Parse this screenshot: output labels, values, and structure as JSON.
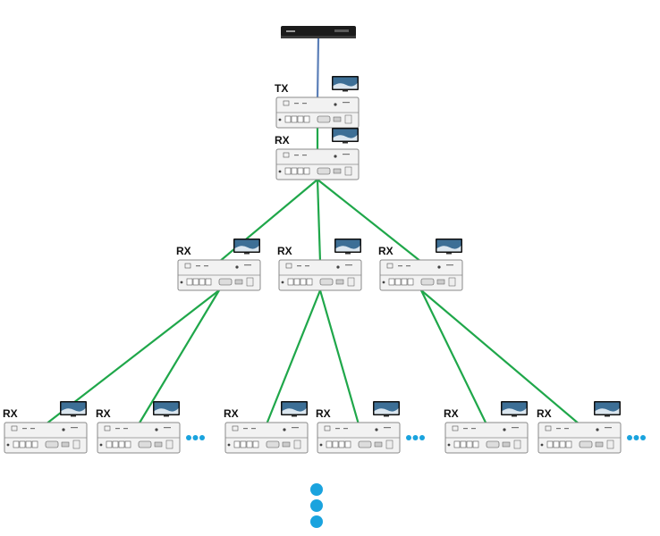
{
  "diagram": {
    "colors": {
      "source_link": "#5b7fb8",
      "link": "#1fa74a",
      "more_dots": "#1aa3de",
      "device_body": "#f2f2f2",
      "device_border": "#8a8a8a",
      "source_body": "#1b1b1b",
      "screen_sky": "#3d6f96",
      "screen_wave": "#dbe6ef"
    },
    "nodes": [
      {
        "id": "source",
        "kind": "player",
        "label": ""
      },
      {
        "id": "tx",
        "kind": "transmitter",
        "label": "TX"
      },
      {
        "id": "rx1",
        "kind": "receiver",
        "label": "RX"
      },
      {
        "id": "rx2a",
        "kind": "receiver",
        "label": "RX"
      },
      {
        "id": "rx2b",
        "kind": "receiver",
        "label": "RX"
      },
      {
        "id": "rx2c",
        "kind": "receiver",
        "label": "RX"
      },
      {
        "id": "rx3a",
        "kind": "receiver",
        "label": "RX"
      },
      {
        "id": "rx3b",
        "kind": "receiver",
        "label": "RX"
      },
      {
        "id": "rx3c",
        "kind": "receiver",
        "label": "RX"
      },
      {
        "id": "rx3d",
        "kind": "receiver",
        "label": "RX"
      },
      {
        "id": "rx3e",
        "kind": "receiver",
        "label": "RX"
      },
      {
        "id": "rx3f",
        "kind": "receiver",
        "label": "RX"
      }
    ],
    "links": [
      {
        "from": "source",
        "to": "tx",
        "type": "source"
      },
      {
        "from": "tx",
        "to": "rx1",
        "type": "cat"
      },
      {
        "from": "rx1",
        "to": "rx2a",
        "type": "cat"
      },
      {
        "from": "rx1",
        "to": "rx2b",
        "type": "cat"
      },
      {
        "from": "rx1",
        "to": "rx2c",
        "type": "cat"
      },
      {
        "from": "rx2a",
        "to": "rx3a",
        "type": "cat"
      },
      {
        "from": "rx2a",
        "to": "rx3b",
        "type": "cat"
      },
      {
        "from": "rx2b",
        "to": "rx3c",
        "type": "cat"
      },
      {
        "from": "rx2b",
        "to": "rx3d",
        "type": "cat"
      },
      {
        "from": "rx2c",
        "to": "rx3e",
        "type": "cat"
      },
      {
        "from": "rx2c",
        "to": "rx3f",
        "type": "cat"
      }
    ]
  }
}
